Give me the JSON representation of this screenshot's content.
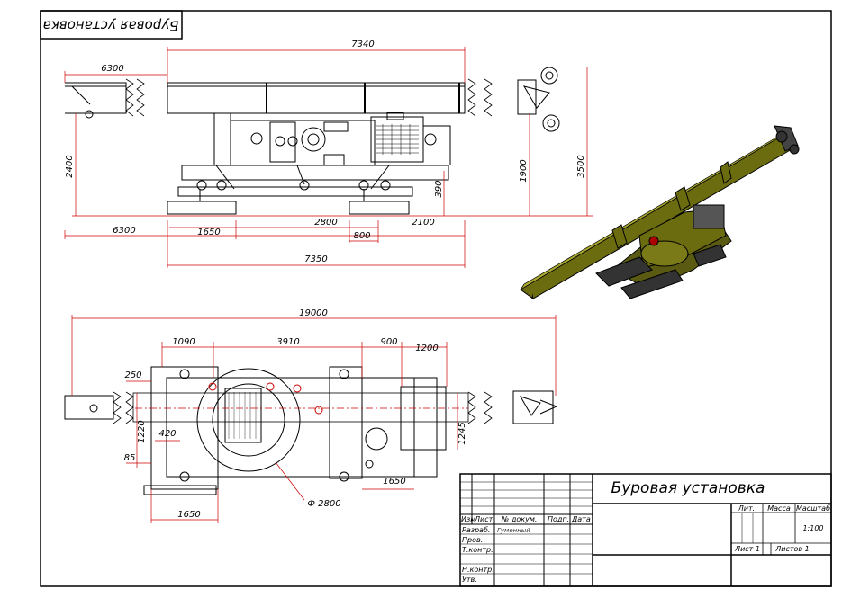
{
  "drawing": {
    "title": "Буровая установка",
    "stamp_mirrored": "Буровая установка",
    "side_view_dims": {
      "d7340": "7340",
      "d6300_top": "6300",
      "d2400": "2400",
      "d1900": "1900",
      "d3500": "3500",
      "d390": "390",
      "d6300_bottom": "6300",
      "d1650": "1650",
      "d2800": "2800",
      "d800": "800",
      "d2100": "2100",
      "d7350": "7350"
    },
    "plan_view_dims": {
      "d19000": "19000",
      "d1090": "1090",
      "d3910": "3910",
      "d900": "900",
      "d1200": "1200",
      "d250": "250",
      "d1220": "1220",
      "d420": "420",
      "d85": "85",
      "d1245": "1245",
      "d1650_right": "1650",
      "d1650_left": "1650",
      "diam": "Ф 2800"
    }
  },
  "title_block": {
    "header": {
      "izm": "Изм",
      "list": "Лист",
      "doc": "№ докум.",
      "sign": "Подп.",
      "date": "Дата"
    },
    "rows": {
      "razrab": "Разраб.",
      "prov": "Пров.",
      "tkontr": "Т.контр.",
      "nkontr": "Н.контр.",
      "utv": "Утв."
    },
    "developer": "Гуменный",
    "lit": "Лит.",
    "mass": "Масса",
    "scale_label": "Масштаб",
    "scale": "1:100",
    "sheet": "Лист 1",
    "sheets": "Листов 1"
  },
  "colors": {
    "line": "#000000",
    "dimension": "#cc0000",
    "model_body": "#6b6b10",
    "model_highlight": "#a8a830"
  }
}
